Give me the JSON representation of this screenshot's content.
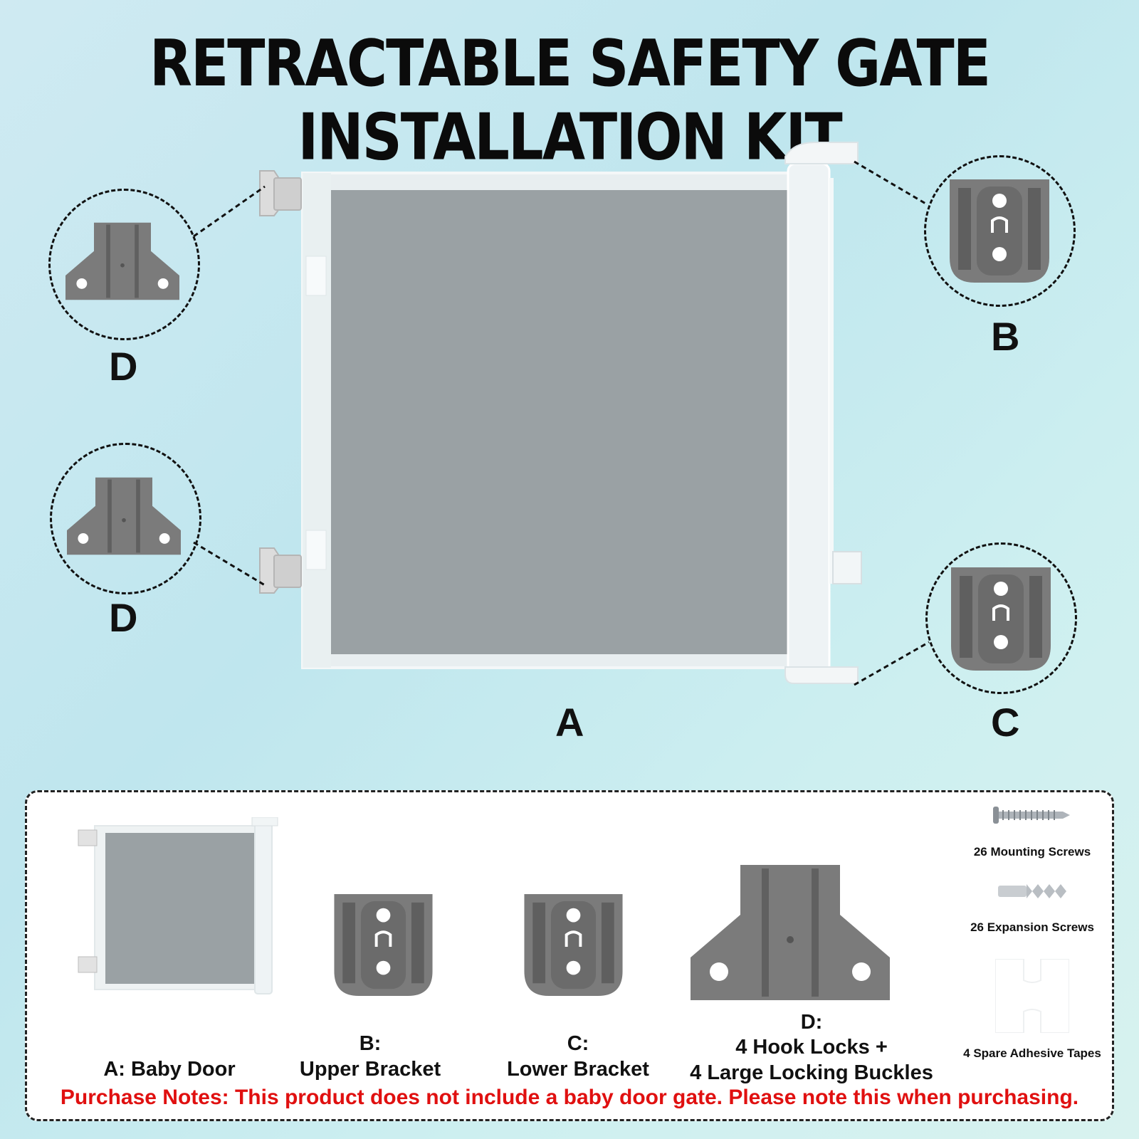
{
  "title": "RETRACTABLE SAFETY GATE INSTALLATION KIT",
  "diagram_labels": {
    "gate": "A",
    "upper_bracket": "B",
    "lower_bracket": "C",
    "hook_upper": "D",
    "hook_lower": "D"
  },
  "kit": {
    "a_label": "A: Baby Door",
    "b_prefix": "B:",
    "b_name": "Upper Bracket",
    "c_prefix": "C:",
    "c_name": "Lower Bracket",
    "d_prefix": "D:",
    "d_line1": "4 Hook Locks +",
    "d_line2": "4 Large Locking Buckles",
    "mounting_screws": "26 Mounting Screws",
    "expansion_screws": "26 Expansion Screws",
    "adhesive_tapes": "4 Spare Adhesive Tapes"
  },
  "purchase_note": "Purchase Notes: This product does not include a baby door gate. Please note this when purchasing.",
  "colors": {
    "part_gray": "#7b7b7b",
    "part_dark": "#5f5f5f",
    "note_red": "#e01010",
    "mesh_gray": "#9aa1a4"
  }
}
